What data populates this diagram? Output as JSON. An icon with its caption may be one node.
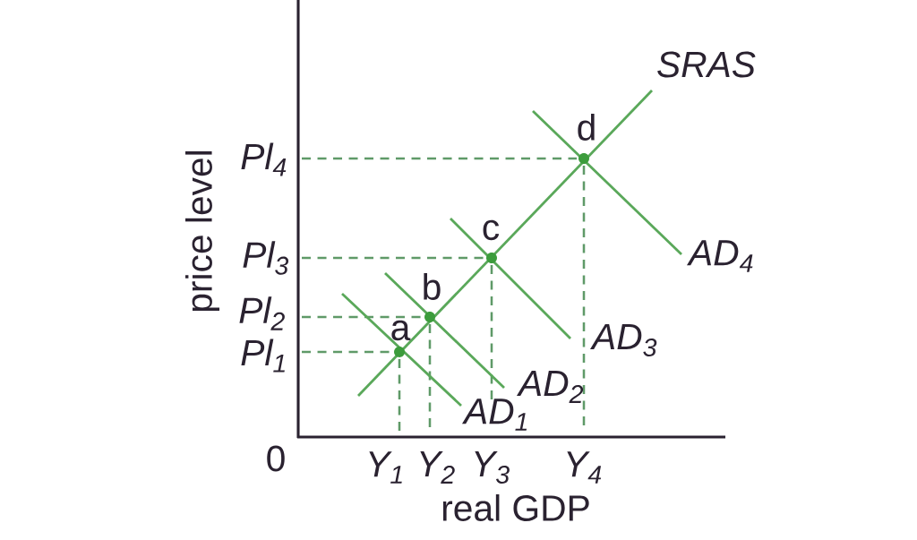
{
  "diagram": {
    "labels": [
      "price level",
      "Pl$_{4}$",
      "d",
      "SRAS",
      "c",
      "Pl$_{3}$",
      "AD$_{4}$",
      "b",
      "Pl$_{2}$",
      "a",
      "AD$_{3}$",
      "Pl$_{1}$",
      "AD$_{2}$",
      "AD$_{1}$",
      "0",
      "Y$_{1}$",
      "Y$_{2}$",
      "Y$_{3}$",
      "Y$_{4}$",
      "real GDP"
    ]
  }
}
